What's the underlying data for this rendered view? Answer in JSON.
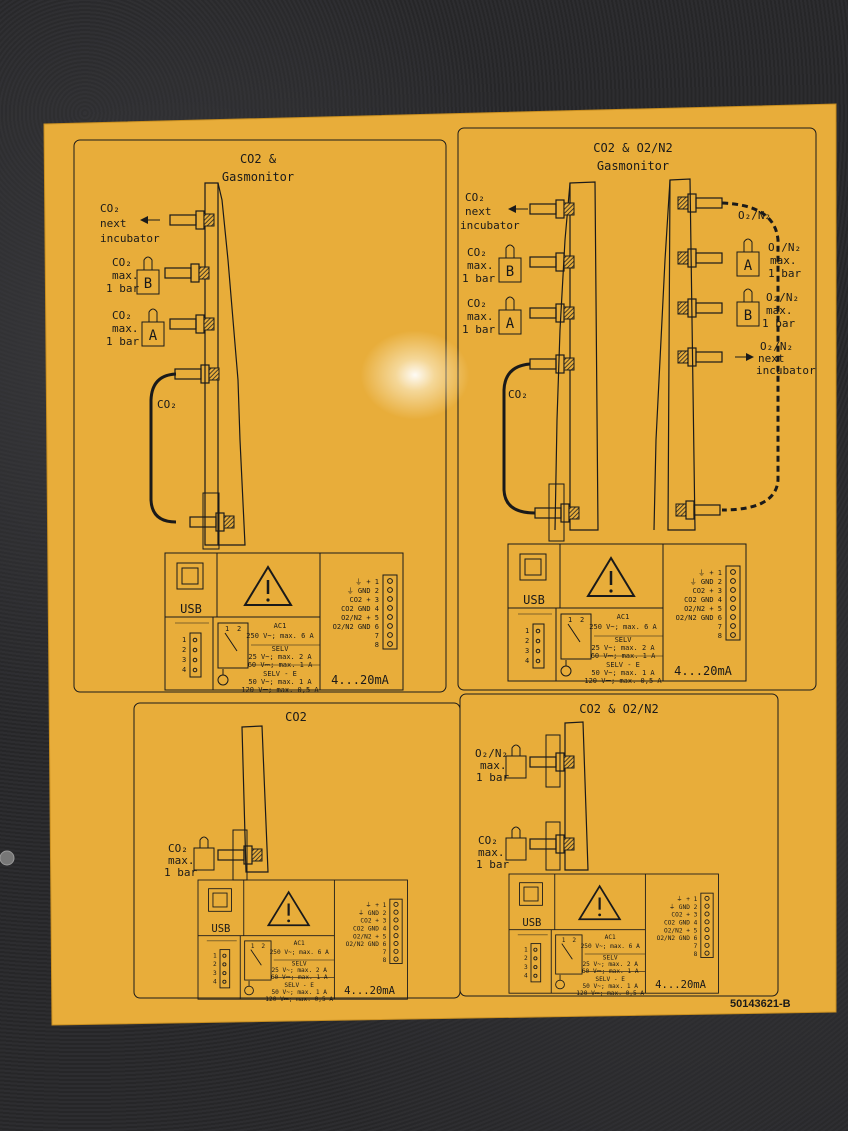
{
  "panels": {
    "top_left": {
      "title_1": "CO2 &",
      "title_2": "Gasmonitor",
      "co2_next": "CO₂",
      "co2_next_2": "next",
      "co2_next_3": "incubator",
      "co2_b_1": "CO₂",
      "co2_b_2": "max.",
      "co2_b_3": "1 bar",
      "co2_a_1": "CO₂",
      "co2_a_2": "max.",
      "co2_a_3": "1 bar",
      "loop_label": "CO₂",
      "tank_b": "B",
      "tank_a": "A"
    },
    "top_right": {
      "title_1": "CO2 & O2/N2",
      "title_2": "Gasmonitor",
      "co2_next": "CO₂",
      "co2_next_2": "next",
      "co2_next_3": "incubator",
      "co2_b_1": "CO₂",
      "co2_b_2": "max.",
      "co2_b_3": "1 bar",
      "co2_a_1": "CO₂",
      "co2_a_2": "max.",
      "co2_a_3": "1 bar",
      "loop_label": "CO₂",
      "o2_loop": "O₂/N₂",
      "o2_a_1": "O₂/N₂",
      "o2_a_2": "max.",
      "o2_a_3": "1 bar",
      "o2_b_1": "O₂/N₂",
      "o2_b_2": "max.",
      "o2_b_3": "1 bar",
      "o2_next_1": "O₂/N₂",
      "o2_next_2": "next",
      "o2_next_3": "incubator",
      "tank_b": "B",
      "tank_a": "A"
    },
    "bottom_left": {
      "title": "CO2",
      "co2_1": "CO₂",
      "co2_2": "max.",
      "co2_3": "1 bar"
    },
    "bottom_right": {
      "title": "CO2 & O2/N2",
      "o2_1": "O₂/N₂",
      "o2_2": "max.",
      "o2_3": "1 bar",
      "co2_1": "CO₂",
      "co2_2": "max.",
      "co2_3": "1 bar"
    }
  },
  "connector": {
    "usb": "USB",
    "ac1": "AC1",
    "ac1_spec": "250 V~; max. 6 A",
    "selv": "SELV",
    "selv_1": "25 V~; max. 2 A",
    "selv_2": "60 V⎓; max. 1 A",
    "selve": "SELV - E",
    "selve_1": "50 V~; max. 1 A",
    "selve_2": "120 V⎓; max. 0,5 A",
    "current": "4...20mA",
    "pins": [
      "1",
      "2",
      "3",
      "4"
    ],
    "term_1": "⏚ + 1",
    "term_2": "⏚ GND 2",
    "term_3": "CO2 + 3",
    "term_4": "CO2 GND 4",
    "term_5": "O2/N2 + 5",
    "term_6": "O2/N2 GND 6",
    "term_7": "7",
    "term_8": "8",
    "relay_1": "1",
    "relay_2": "2"
  },
  "part_number": "50143621-B",
  "colors": {
    "label": "#e8ad3a",
    "ink": "#1a1a1a",
    "background": "#2a2a2c"
  }
}
